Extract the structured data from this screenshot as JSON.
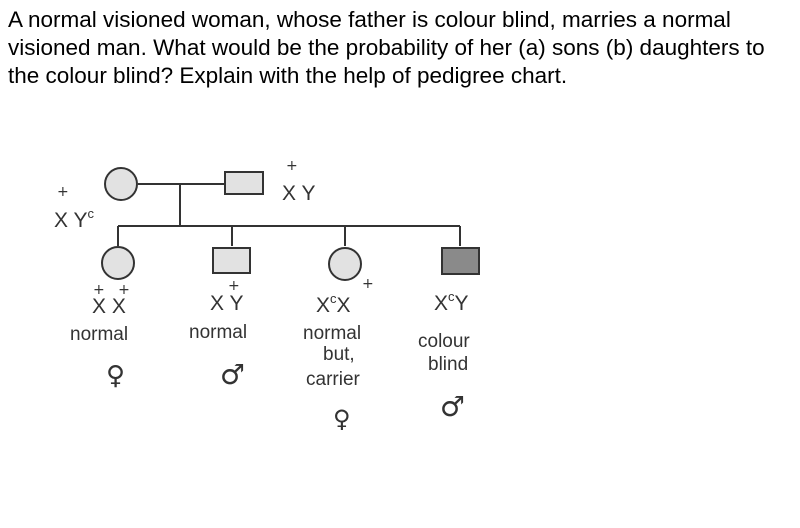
{
  "question": "A normal visioned woman, whose father is colour blind, marries a normal visioned man. What would be the probability of her (a) sons (b) daughters to the colour blind? Explain with the help of pedigree chart.",
  "pedigree": {
    "parents": {
      "mother": {
        "shape": "circle",
        "affected": false,
        "genotype_sup": "+",
        "genotype": "X Y",
        "genotype_tail": "c"
      },
      "father": {
        "shape": "square",
        "affected": false,
        "genotype_sup": "+",
        "genotype": "X Y"
      }
    },
    "children": [
      {
        "shape": "circle",
        "affected": false,
        "marks": "+   +",
        "genotype": "X X",
        "status": [
          "normal"
        ],
        "sex_symbol": "♀"
      },
      {
        "shape": "square",
        "affected": false,
        "marks": "+",
        "genotype": "X Y",
        "status": [
          "normal"
        ],
        "sex_symbol": "♂"
      },
      {
        "shape": "circle",
        "affected": false,
        "marks": "+",
        "genotype_a": "X",
        "genotype_sup": "c",
        "genotype_b": "X",
        "status": [
          "normal",
          "but,",
          "carrier"
        ],
        "sex_symbol": "♀"
      },
      {
        "shape": "square",
        "affected": true,
        "genotype_a": "X",
        "genotype_sup": "c",
        "genotype_b": "Y",
        "status": [
          "colour",
          "blind"
        ],
        "sex_symbol": "♂"
      }
    ],
    "colors": {
      "line": "#333333",
      "affected_fill": "#8a8a8a",
      "unaffected_fill": "#e2e2e2"
    }
  }
}
